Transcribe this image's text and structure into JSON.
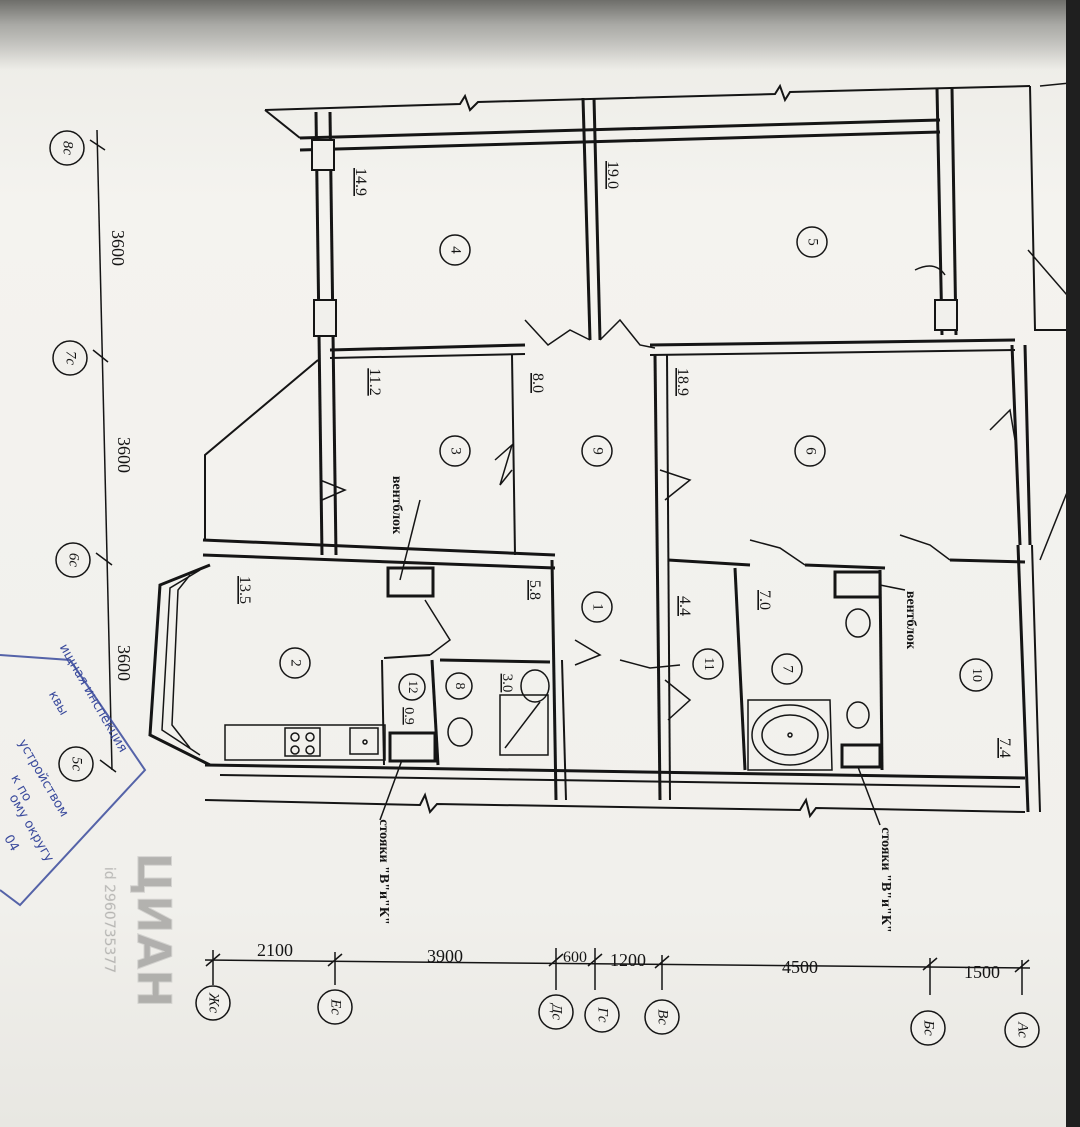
{
  "axes_left": [
    "8с",
    "7с",
    "6с",
    "5с"
  ],
  "axes_left_dims": [
    "3600",
    "3600",
    "3600"
  ],
  "axes_bottom": [
    "Жс",
    "Ес",
    "Дс",
    "Гс",
    "Вс",
    "Бс",
    "Ас"
  ],
  "axes_bottom_dims": [
    "2100",
    "3900",
    "600",
    "1200",
    "4500",
    "1500"
  ],
  "rooms": [
    {
      "number": "1",
      "area": "5.8"
    },
    {
      "number": "2",
      "area": "13.5"
    },
    {
      "number": "3",
      "area": "11.2"
    },
    {
      "number": "4",
      "area": "14.9"
    },
    {
      "number": "5",
      "area": "19.0"
    },
    {
      "number": "6",
      "area": "18.9"
    },
    {
      "number": "7",
      "area": "7.0"
    },
    {
      "number": "8",
      "area": "3.0"
    },
    {
      "number": "9",
      "area": "8.0"
    },
    {
      "number": "10",
      "area": "7.4"
    },
    {
      "number": "11",
      "area": "4.4"
    },
    {
      "number": "12",
      "area": "0.9"
    }
  ],
  "labels": {
    "ventblok_1": "вентблок",
    "ventblok_2": "вентблок",
    "stoyaki_1": "стояки \"В\"и\"К\"",
    "stoyaki_2": "стояки \"В\"и\"К\""
  },
  "stamp": {
    "line1": "ищная инспекция",
    "line2": "квы",
    "line3": "устройством",
    "line4": "к по",
    "line5": "ому округу",
    "line6": "04"
  },
  "watermark": {
    "text": "ЦИАН",
    "id": "id 2960735377"
  },
  "colors": {
    "ink": "#151515",
    "stamp": "#3a4a9c",
    "paper": "#f1f0ec"
  }
}
